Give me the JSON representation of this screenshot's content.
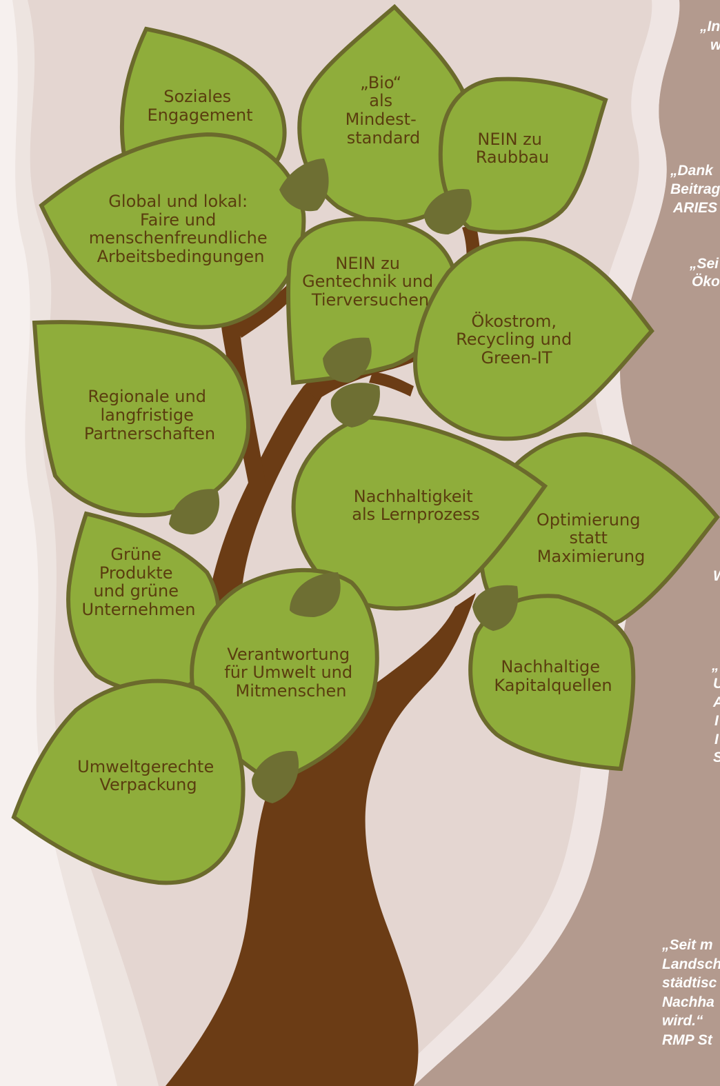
{
  "colors": {
    "background": "#e4d6d1",
    "side_panel": "#b39a8e",
    "mist": "#f4eeec",
    "leaf_fill": "#8fad3b",
    "leaf_stroke": "#6b6a2c",
    "bud": "#6e6f33",
    "trunk": "#6b3c15",
    "leaf_text": "#5a3d0f",
    "quote_text": "#ffffff"
  },
  "leaves": [
    {
      "id": "soziales-engagement",
      "lines": [
        "Soziales",
        "Engagement"
      ]
    },
    {
      "id": "bio-mindeststandard",
      "lines": [
        "„Bio“",
        "als",
        "Mindest-",
        "standard"
      ]
    },
    {
      "id": "nein-raubbau",
      "lines": [
        "NEIN zu",
        "Raubbau"
      ]
    },
    {
      "id": "global-lokal",
      "lines": [
        "Global und lokal:",
        "Faire und",
        "menschenfreundliche",
        "Arbeitsbedingungen"
      ]
    },
    {
      "id": "nein-gentechnik",
      "lines": [
        "NEIN zu",
        "Gentechnik und",
        "Tierversuchen"
      ]
    },
    {
      "id": "oekostrom",
      "lines": [
        "Ökostrom,",
        "Recycling und",
        "Green-IT"
      ]
    },
    {
      "id": "regionale-partnerschaften",
      "lines": [
        "Regionale und",
        "langfristige",
        "Partnerschaften"
      ]
    },
    {
      "id": "nachhaltigkeit-lernprozess",
      "lines": [
        "Nachhaltigkeit",
        "als Lernprozess"
      ]
    },
    {
      "id": "optimierung",
      "lines": [
        "Optimierung",
        "statt",
        "Maximierung"
      ]
    },
    {
      "id": "gruene-produkte",
      "lines": [
        "Grüne",
        "Produkte",
        "und grüne",
        "Unternehmen"
      ]
    },
    {
      "id": "verantwortung",
      "lines": [
        "Verantwortung",
        "für Umwelt und",
        "Mitmenschen"
      ]
    },
    {
      "id": "kapitalquellen",
      "lines": [
        "Nachhaltige",
        "Kapitalquellen"
      ]
    },
    {
      "id": "verpackung",
      "lines": [
        "Umweltgerechte",
        "Verpackung"
      ]
    }
  ],
  "quotes": [
    {
      "id": "quote-1",
      "lines": [
        "„In",
        "w"
      ]
    },
    {
      "id": "quote-2",
      "lines": [
        "„Dank",
        "Beitrag",
        "ARIES"
      ]
    },
    {
      "id": "quote-3",
      "lines": [
        "„Sei",
        "Öko"
      ]
    },
    {
      "id": "quote-4",
      "lines": [
        "W"
      ]
    },
    {
      "id": "quote-5",
      "lines": [
        "„",
        "U",
        "A",
        "I",
        "I",
        "S"
      ]
    },
    {
      "id": "quote-6",
      "lines": [
        "„Seit m",
        "Landsch",
        "städtisc",
        "Nachha",
        "wird.“",
        "RMP St"
      ]
    }
  ]
}
